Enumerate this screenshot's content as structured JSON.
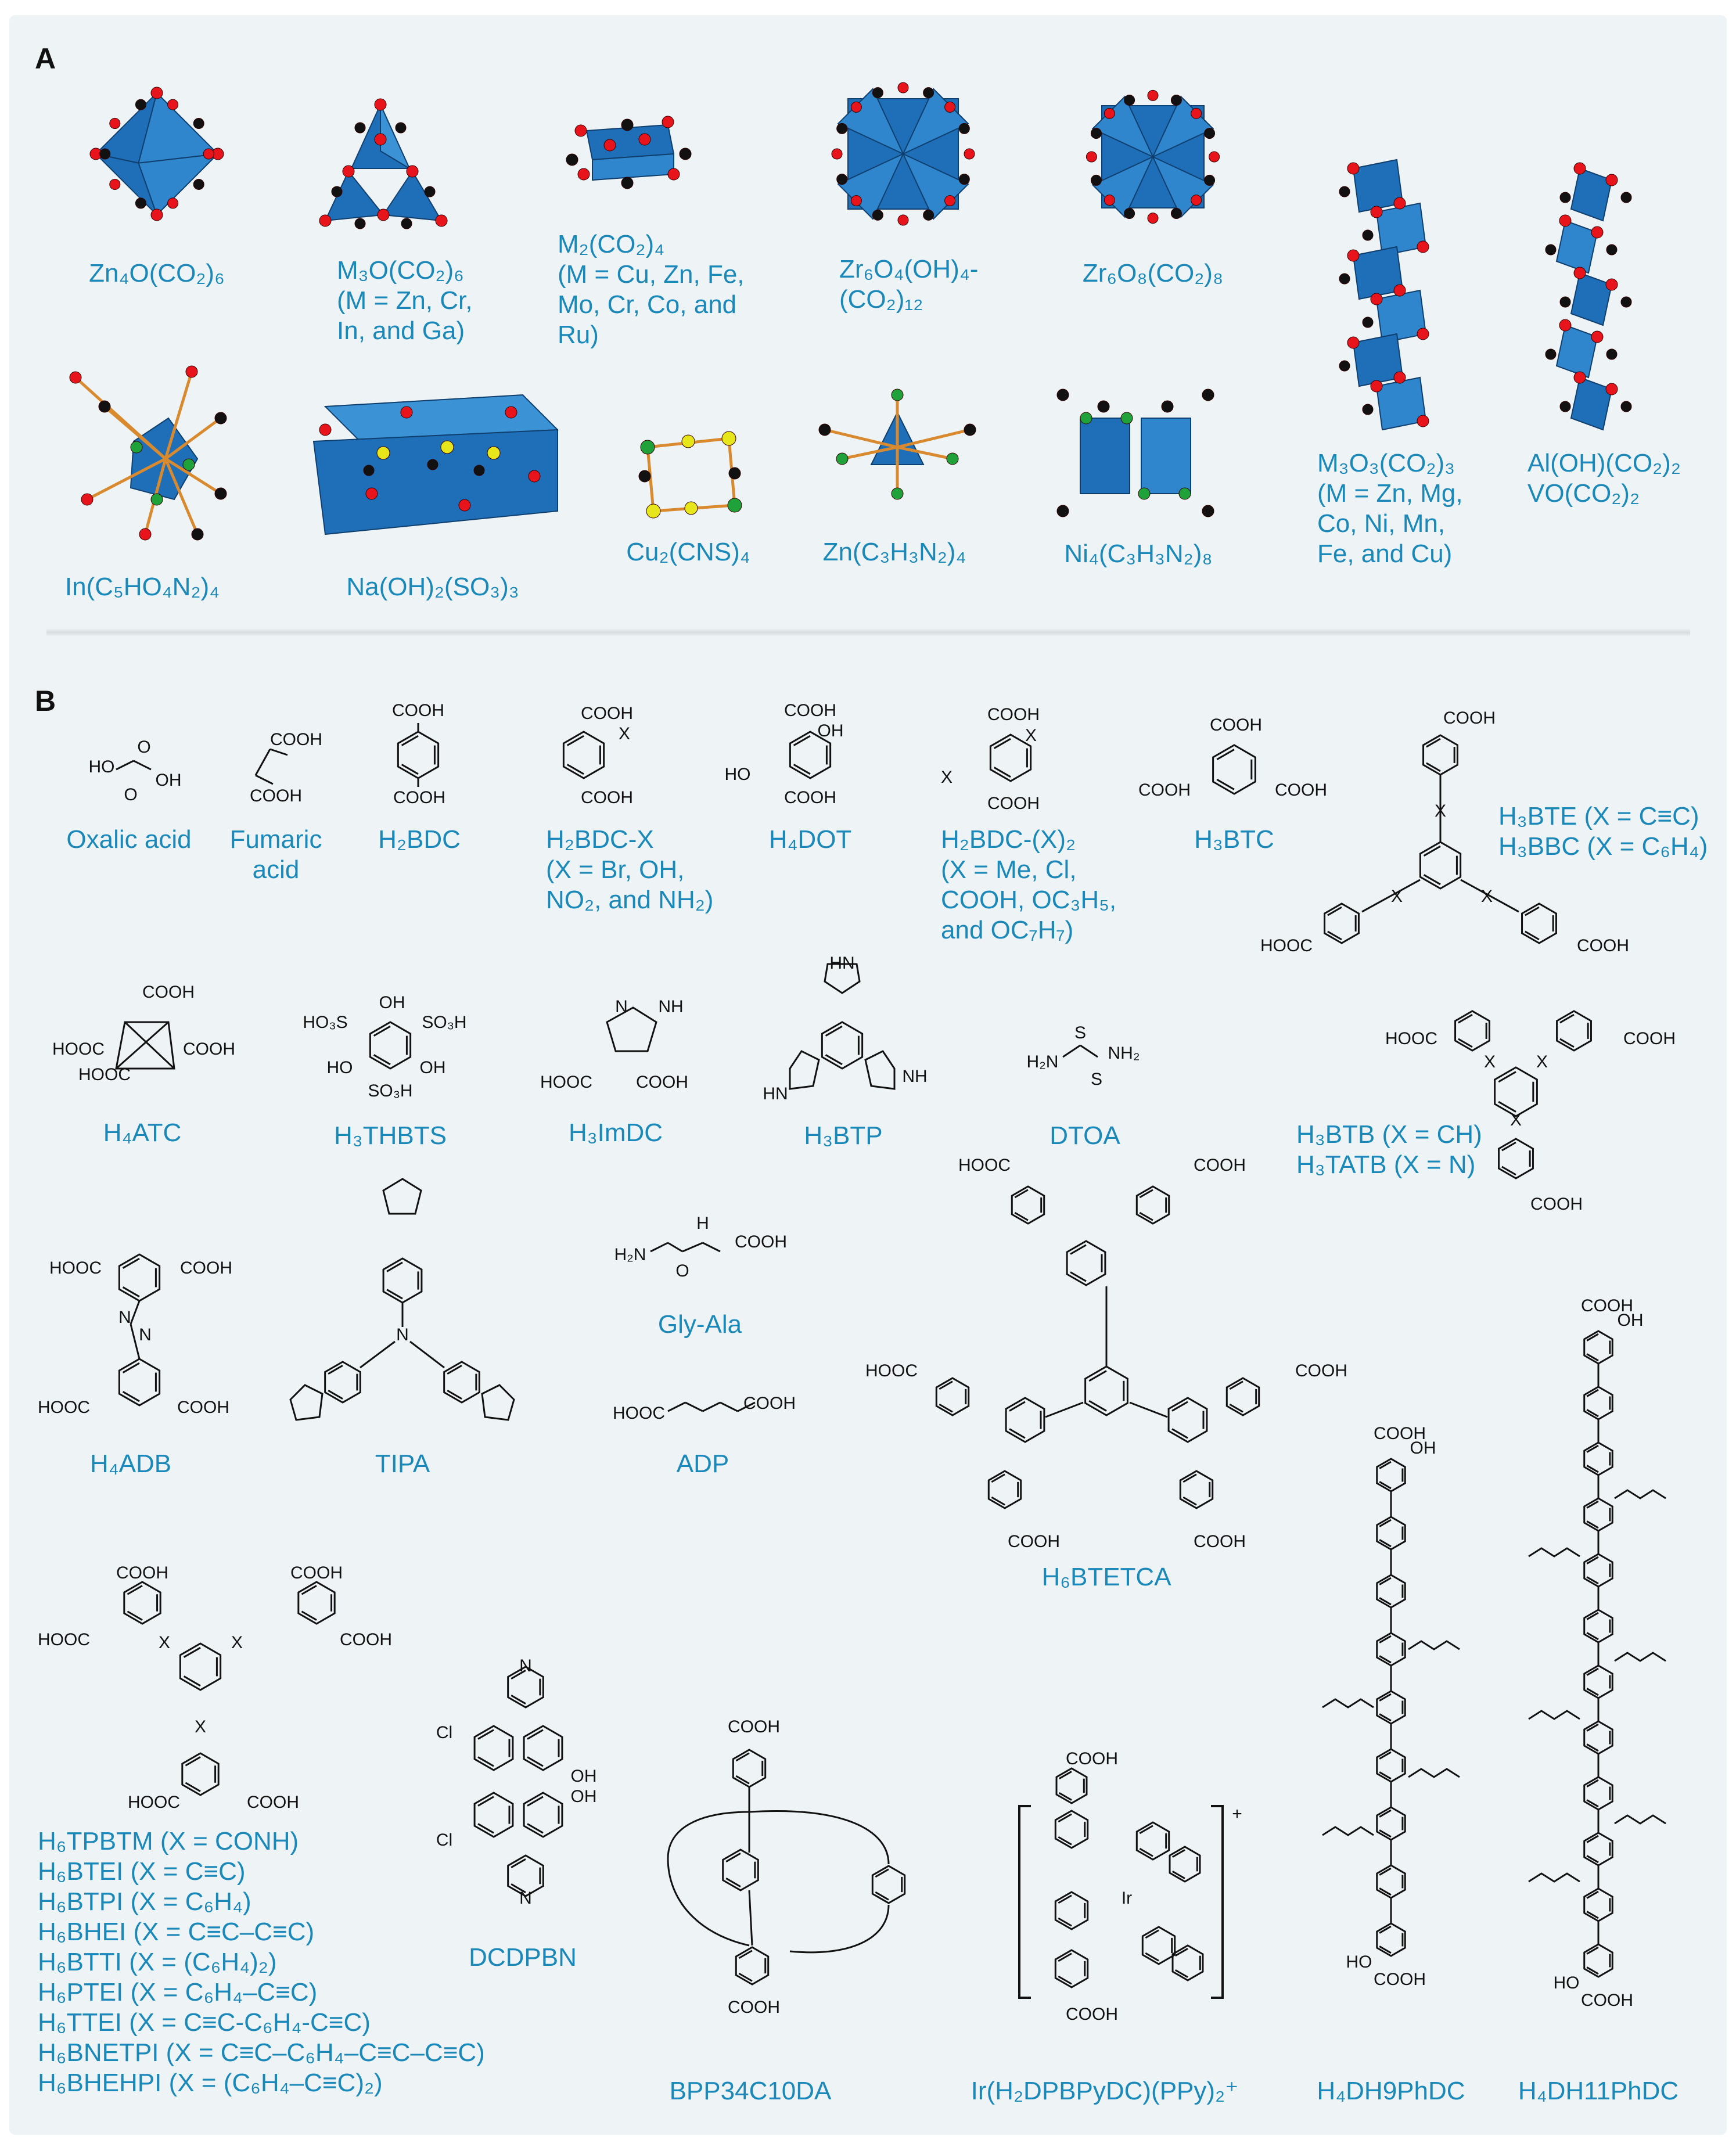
{
  "panels": {
    "a": "A",
    "b": "B"
  },
  "clusters": [
    {
      "id": "zn4o",
      "lines": [
        "Zn₄O(CO₂)₆"
      ]
    },
    {
      "id": "m3o",
      "lines": [
        "M₃O(CO₂)₆",
        "(M = Zn, Cr,",
        "In, and Ga)"
      ]
    },
    {
      "id": "m2",
      "lines": [
        "M₂(CO₂)₄",
        "(M = Cu, Zn, Fe,",
        "Mo, Cr, Co, and",
        "Ru)"
      ]
    },
    {
      "id": "zr6o4",
      "lines": [
        "Zr₆O₄(OH)₄-",
        "(CO₂)₁₂"
      ]
    },
    {
      "id": "zr6o8",
      "lines": [
        "Zr₆O₈(CO₂)₈"
      ]
    },
    {
      "id": "m3o3",
      "lines": [
        "M₃O₃(CO₂)₃",
        "(M = Zn, Mg,",
        "Co, Ni, Mn,",
        "Fe, and Cu)"
      ]
    },
    {
      "id": "aloh",
      "lines": [
        "Al(OH)(CO₂)₂",
        "VO(CO₂)₂"
      ]
    },
    {
      "id": "in",
      "lines": [
        "In(C₅HO₄N₂)₄"
      ]
    },
    {
      "id": "na",
      "lines": [
        "Na(OH)₂(SO₃)₃"
      ]
    },
    {
      "id": "cu2",
      "lines": [
        "Cu₂(CNS)₄"
      ]
    },
    {
      "id": "zn",
      "lines": [
        "Zn(C₃H₃N₂)₄"
      ]
    },
    {
      "id": "ni4",
      "lines": [
        "Ni₄(C₃H₃N₂)₈"
      ]
    }
  ],
  "linkers": [
    {
      "id": "oxalic",
      "lines": [
        "Oxalic acid"
      ]
    },
    {
      "id": "fumaric",
      "lines": [
        "Fumaric",
        "acid"
      ]
    },
    {
      "id": "h2bdc",
      "lines": [
        "H₂BDC"
      ]
    },
    {
      "id": "h2bdcx",
      "lines": [
        "H₂BDC-X",
        "(X = Br, OH,",
        "NO₂, and NH₂)"
      ]
    },
    {
      "id": "h4dot",
      "lines": [
        "H₄DOT"
      ]
    },
    {
      "id": "h2bdcx2",
      "lines": [
        "H₂BDC-(X)₂",
        "(X = Me, Cl,",
        "COOH, OC₃H₅,",
        "and OC₇H₇)"
      ]
    },
    {
      "id": "h3btc",
      "lines": [
        "H₃BTC"
      ]
    },
    {
      "id": "h3bte",
      "lines": [
        "H₃BTE (X = C≡C)",
        "H₃BBC (X = C₆H₄)"
      ]
    },
    {
      "id": "h4atc",
      "lines": [
        "H₄ATC"
      ]
    },
    {
      "id": "h3thbts",
      "lines": [
        "H₃THBTS"
      ]
    },
    {
      "id": "h3imdc",
      "lines": [
        "H₃ImDC"
      ]
    },
    {
      "id": "h3btp",
      "lines": [
        "H₃BTP"
      ]
    },
    {
      "id": "dtoa",
      "lines": [
        "DTOA"
      ]
    },
    {
      "id": "h3btb",
      "lines": [
        "H₃BTB (X = CH)",
        "H₃TATB (X = N)"
      ]
    },
    {
      "id": "h4adb",
      "lines": [
        "H₄ADB"
      ]
    },
    {
      "id": "tipa",
      "lines": [
        "TIPA"
      ]
    },
    {
      "id": "glyala",
      "lines": [
        "Gly-Ala"
      ]
    },
    {
      "id": "adp",
      "lines": [
        "ADP"
      ]
    },
    {
      "id": "h6btetca",
      "lines": [
        "H₆BTETCA"
      ]
    },
    {
      "id": "h6tpbtm",
      "lines": [
        "H₆TPBTM (X = CONH)",
        "H₆BTEI (X = C≡C)",
        "H₆BTPI (X = C₆H₄)",
        "H₆BHEI (X = C≡C–C≡C)",
        "H₆BTTI (X = (C₆H₄)₂)",
        "H₆PTEI (X = C₆H₄–C≡C)",
        "H₆TTEI (X = C≡C-C₆H₄-C≡C)",
        "H₆BNETPI (X = C≡C–C₆H₄–C≡C–C≡C)",
        "H₆BHEHPI (X = (C₆H₄–C≡C)₂)"
      ]
    },
    {
      "id": "dcdpbn",
      "lines": [
        "DCDPBN"
      ]
    },
    {
      "id": "bpp",
      "lines": [
        "BPP34C10DA"
      ]
    },
    {
      "id": "ir",
      "lines": [
        "Ir(H₂DPBPyDC)(PPy)₂⁺"
      ]
    },
    {
      "id": "h4dh9",
      "lines": [
        "H₄DH9PhDC"
      ]
    },
    {
      "id": "h4dh11",
      "lines": [
        "H₄DH11PhDC"
      ]
    }
  ],
  "chem": {
    "cooh": "COOH",
    "hooc": "HOOC",
    "oh": "OH",
    "ho": "HO",
    "x": "X",
    "so3h": "SO₃H",
    "ho3s": "HO₃S",
    "nh": "NH",
    "n": "N",
    "hn": "HN",
    "nh2": "NH₂",
    "h2n": "H₂N",
    "s": "S",
    "cl": "Cl",
    "ir": "Ir",
    "o": "O",
    "h": "H",
    "plus": "+"
  },
  "colors": {
    "label": "#1a88b8",
    "polyhedron": "#1f6fb8",
    "oxygen": "#e8141c",
    "carbon": "#111111",
    "bond": "#d98a2e",
    "sulfur": "#e6e61a",
    "nitrogen": "#1fa23a",
    "panel": "#eef3f5"
  }
}
